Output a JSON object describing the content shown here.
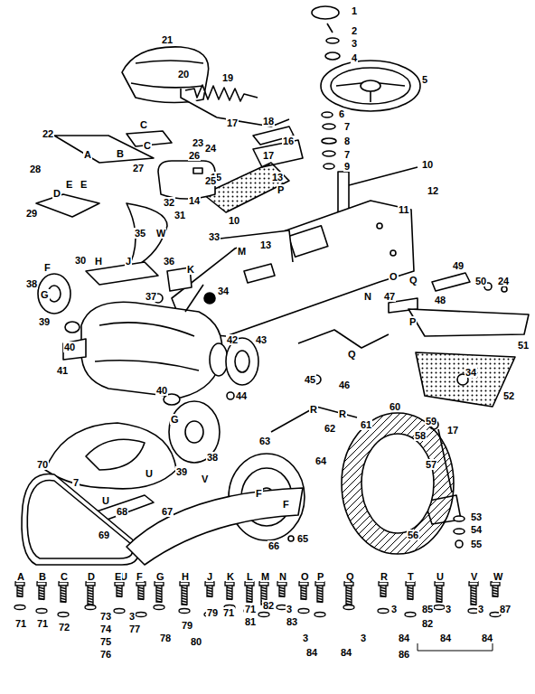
{
  "diagram": {
    "labels": [
      "1",
      "2",
      "3",
      "4",
      "5",
      "6",
      "7",
      "8",
      "7",
      "9",
      "10",
      "12",
      "11",
      "13",
      "13",
      "21",
      "20",
      "19",
      "17",
      "18",
      "17",
      "24",
      "16",
      "15",
      "14",
      "P",
      "22",
      "A",
      "B",
      "C",
      "C",
      "23",
      "28",
      "27",
      "26",
      "25",
      "D",
      "E",
      "E",
      "29",
      "31",
      "32",
      "33",
      "10",
      "M",
      "35",
      "W",
      "30",
      "H",
      "J",
      "36",
      "K",
      "37",
      "34",
      "F",
      "38",
      "G",
      "39",
      "40",
      "41",
      "42",
      "43",
      "44",
      "O",
      "Q",
      "N",
      "47",
      "48",
      "49",
      "P",
      "50",
      "24",
      "51",
      "52",
      "45",
      "46",
      "34",
      "Q",
      "R",
      "R",
      "61",
      "62",
      "63",
      "60",
      "59",
      "58",
      "17",
      "57",
      "56",
      "53",
      "54",
      "55",
      "64",
      "65",
      "F",
      "F",
      "38",
      "39",
      "40",
      "G",
      "70",
      "7",
      "U",
      "U",
      "69",
      "68",
      "67",
      "V",
      "U",
      "66",
      "A",
      "B",
      "C",
      "D",
      "E",
      "F",
      "G",
      "H",
      "J",
      "K",
      "L",
      "M",
      "N",
      "O",
      "P",
      "Q",
      "R",
      "T",
      "U",
      "V",
      "W",
      "71",
      "71",
      "72",
      "73",
      "74",
      "75",
      "76",
      "3",
      "77",
      "78",
      "79",
      "79",
      "71",
      "80",
      "71",
      "81",
      "82",
      "3",
      "83",
      "3",
      "3",
      "84",
      "84",
      "3",
      "84",
      "86",
      "85",
      "82",
      "3",
      "84",
      "3",
      "84",
      "87"
    ]
  }
}
